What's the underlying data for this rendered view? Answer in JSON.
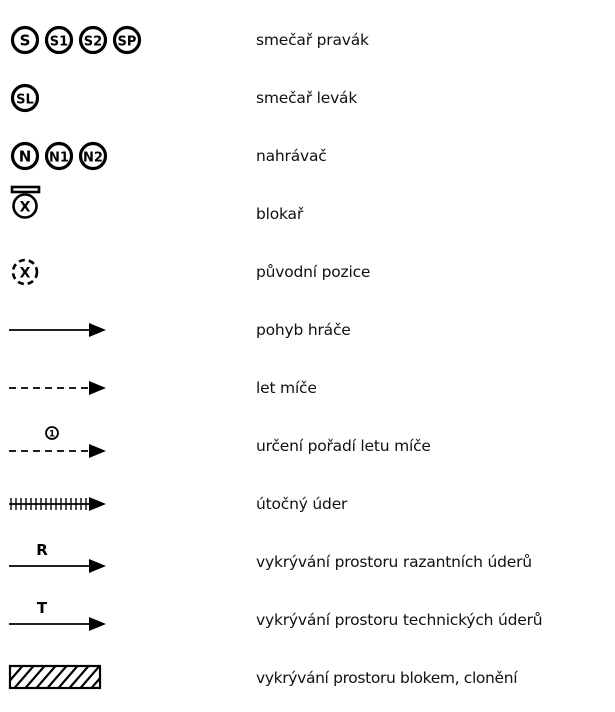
{
  "legend": {
    "rows": [
      {
        "symbols": [
          "S",
          "S1",
          "S2",
          "SP"
        ],
        "label": "smečař pravák"
      },
      {
        "symbols": [
          "SL"
        ],
        "label": "smečař levák"
      },
      {
        "symbols": [
          "N",
          "N1",
          "N2"
        ],
        "label": "nahrávač"
      },
      {
        "symbols": [
          "X"
        ],
        "label": "blokař"
      },
      {
        "symbols": [
          "X"
        ],
        "label": "původní pozice"
      },
      {
        "label": "pohyb hráče"
      },
      {
        "label": "let míče"
      },
      {
        "marker": "1",
        "label": "určení pořadí letu míče"
      },
      {
        "label": "útočný úder"
      },
      {
        "marker": "R",
        "label": "vykrývání prostoru razantních úderů"
      },
      {
        "marker": "T",
        "label": "vykrývání prostoru technických úderů"
      },
      {
        "label": "vykrývání prostoru blokem, clonění"
      }
    ]
  }
}
